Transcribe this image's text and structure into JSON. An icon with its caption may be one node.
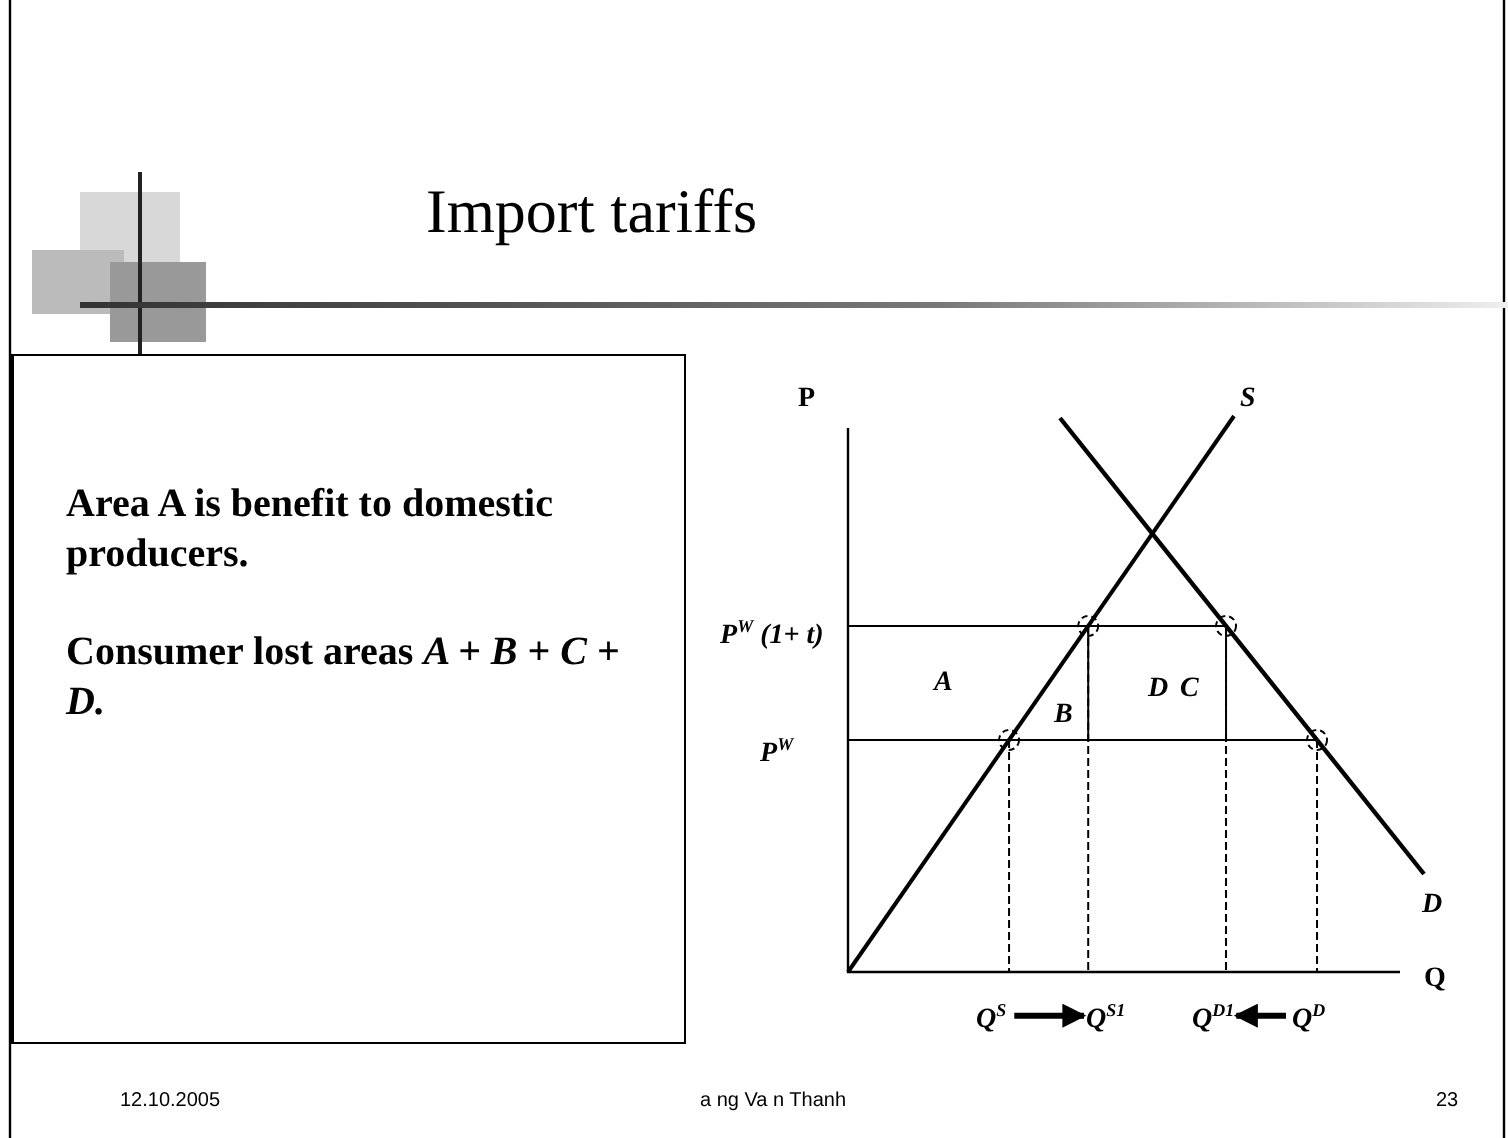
{
  "diagram": {
    "title": "Import tariffs",
    "nodes": [
      {
        "text": [
          "Area A is benefit to domestic producers.",
          "Consumer lost areas *A + B + C + D.*"
        ]
      },
      {
        "text": [
          "Q$^{S}$"
        ]
      },
      {
        "text": [
          "Q$^{S1}$"
        ]
      },
      {
        "text": [
          "Q$^{D1}$"
        ]
      },
      {
        "text": [
          "Q$^{D}$"
        ]
      }
    ],
    "edges": [
      {
        "from": 1,
        "to": 2,
        "arrow": "to"
      },
      {
        "from": 4,
        "to": 3,
        "arrow": "to"
      }
    ],
    "labels": [
      "P",
      "S",
      "P$^{W}$ (1+ t)",
      "A",
      "D",
      "C",
      "B",
      "P$^{W}$",
      "D",
      "Q",
      "12.10.2005",
      "a ng Va n Thanh",
      "23"
    ]
  }
}
